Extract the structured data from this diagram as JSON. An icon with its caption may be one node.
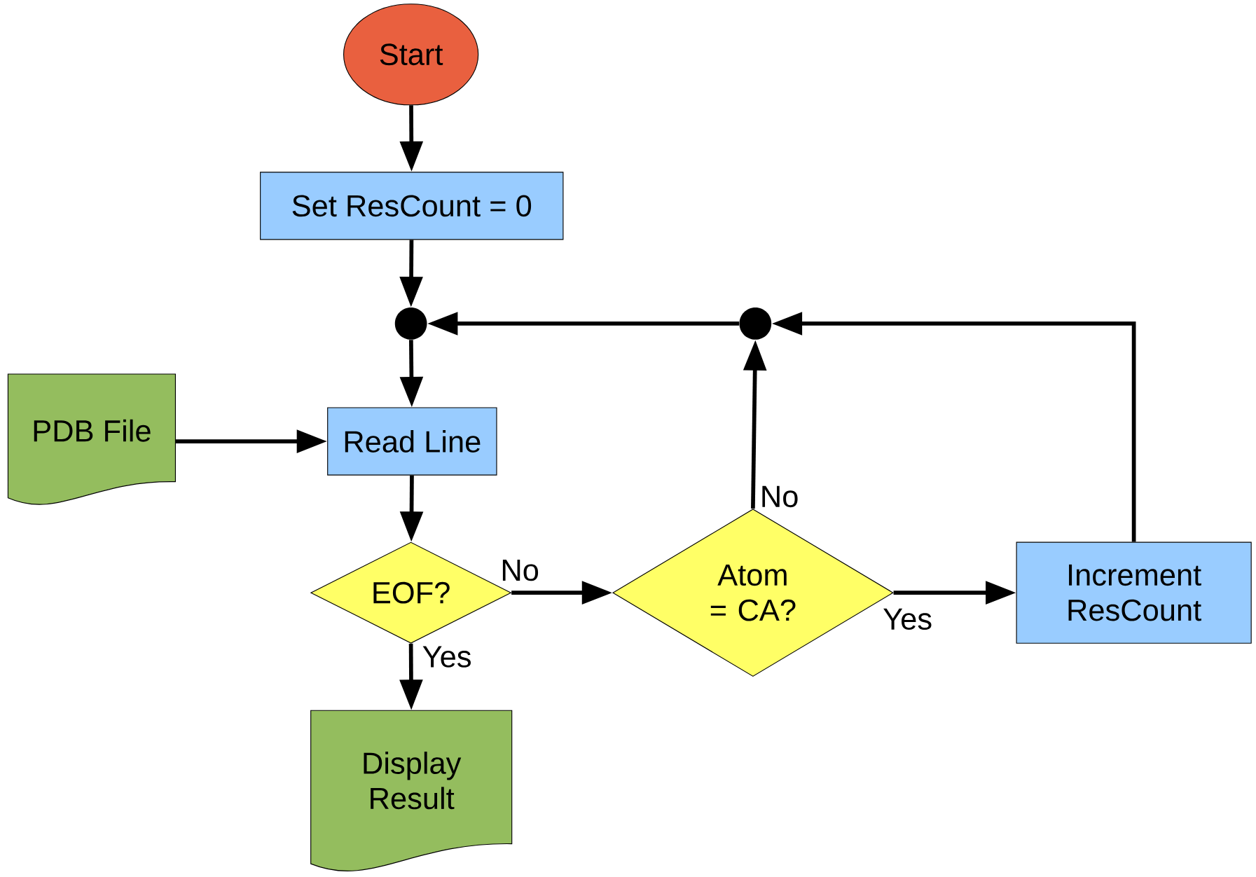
{
  "diagram": {
    "nodes": [
      {
        "text": [
          "Start"
        ]
      },
      {
        "text": [
          "Set ResCount = 0"
        ]
      },
      {
        "text": [],
        "shape": "circle"
      },
      {
        "text": [],
        "shape": "circle"
      },
      {
        "text": [
          "PDB File"
        ]
      },
      {
        "text": [
          "Read Line"
        ]
      },
      {
        "text": [
          "EOF?"
        ]
      },
      {
        "text": [
          "Atom = CA?"
        ]
      },
      {
        "text": [
          "Increment ResCount"
        ]
      },
      {
        "text": [
          "Display Result"
        ]
      }
    ],
    "edges": [
      {
        "from": 0,
        "to": 1,
        "arrow": "to"
      },
      {
        "from": 1,
        "to": 2,
        "arrow": "to"
      },
      {
        "from": 2,
        "to": 5,
        "arrow": "to"
      },
      {
        "from": 4,
        "to": 5,
        "arrow": "to"
      },
      {
        "from": 5,
        "to": 6,
        "arrow": "to"
      },
      {
        "from": 6,
        "to": 7,
        "arrow": "to",
        "label": "No"
      },
      {
        "from": 6,
        "to": 9,
        "arrow": "to",
        "label": "Yes"
      },
      {
        "from": 7,
        "to": 3,
        "arrow": "to",
        "label": "No"
      },
      {
        "from": 7,
        "to": 8,
        "arrow": "to",
        "label": "Yes"
      },
      {
        "from": 8,
        "to": 3,
        "arrow": "to"
      },
      {
        "from": 3,
        "to": 2,
        "arrow": "to"
      }
    ]
  }
}
